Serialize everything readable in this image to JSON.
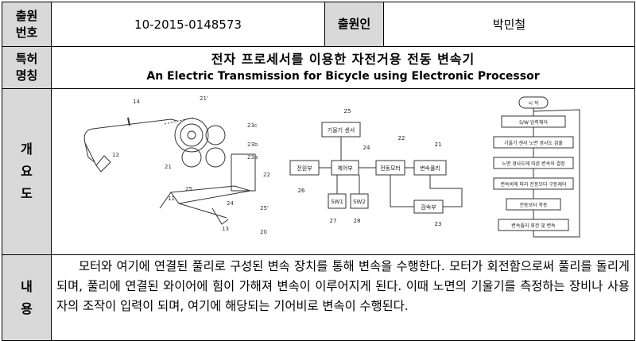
{
  "header": {
    "app_no_label": "출원\n번호",
    "app_no_value": "10-2015-0148573",
    "applicant_label": "출원인",
    "applicant_value": "박민철"
  },
  "patent": {
    "name_label": "특허\n명칭",
    "title_ko": "전자 프로세서를 이용한 자전거용 전동 변속기",
    "title_en": "An Electric Transmission for Bicycle using Electronic Processor"
  },
  "overview": {
    "label": "개\n요\n도",
    "fig1_labels": [
      "14",
      "21'",
      "12",
      "23c",
      "23b",
      "23a",
      "21",
      "22",
      "25",
      "11",
      "24",
      "25'",
      "13",
      "20"
    ],
    "fig2_blocks": [
      "기울기 센서",
      "전원부",
      "제어부",
      "전동모터",
      "변속풀리",
      "SW1",
      "SW2",
      "감속부"
    ],
    "fig2_numbers": [
      "25",
      "24",
      "22",
      "21",
      "26",
      "27",
      "28",
      "23"
    ],
    "fig3_steps": [
      "시 작",
      "S/W 입력체어",
      "기울기 센서 노면 경사도 검출",
      "노면 경사도에 따른 변속의 결정",
      "변속비에 따라 전동모터 구동제어",
      "전동모터 작동",
      "변속풀리 회전 및 변속"
    ]
  },
  "content": {
    "label": "내\n용",
    "text": "모터와 여기에 연결된 풀리로 구성된 변속 장치를 통해 변속을 수행한다. 모터가 회전함으로써 풀리를 돌리게 되며, 풀리에 연결된 와이어에 힘이 가해져 변속이 이루어지게 된다. 이때 노면의 기울기를 측정하는 장비나 사용자의 조작이 입력이 되며, 여기에 해당되는 기어비로 변속이 수행된다."
  }
}
